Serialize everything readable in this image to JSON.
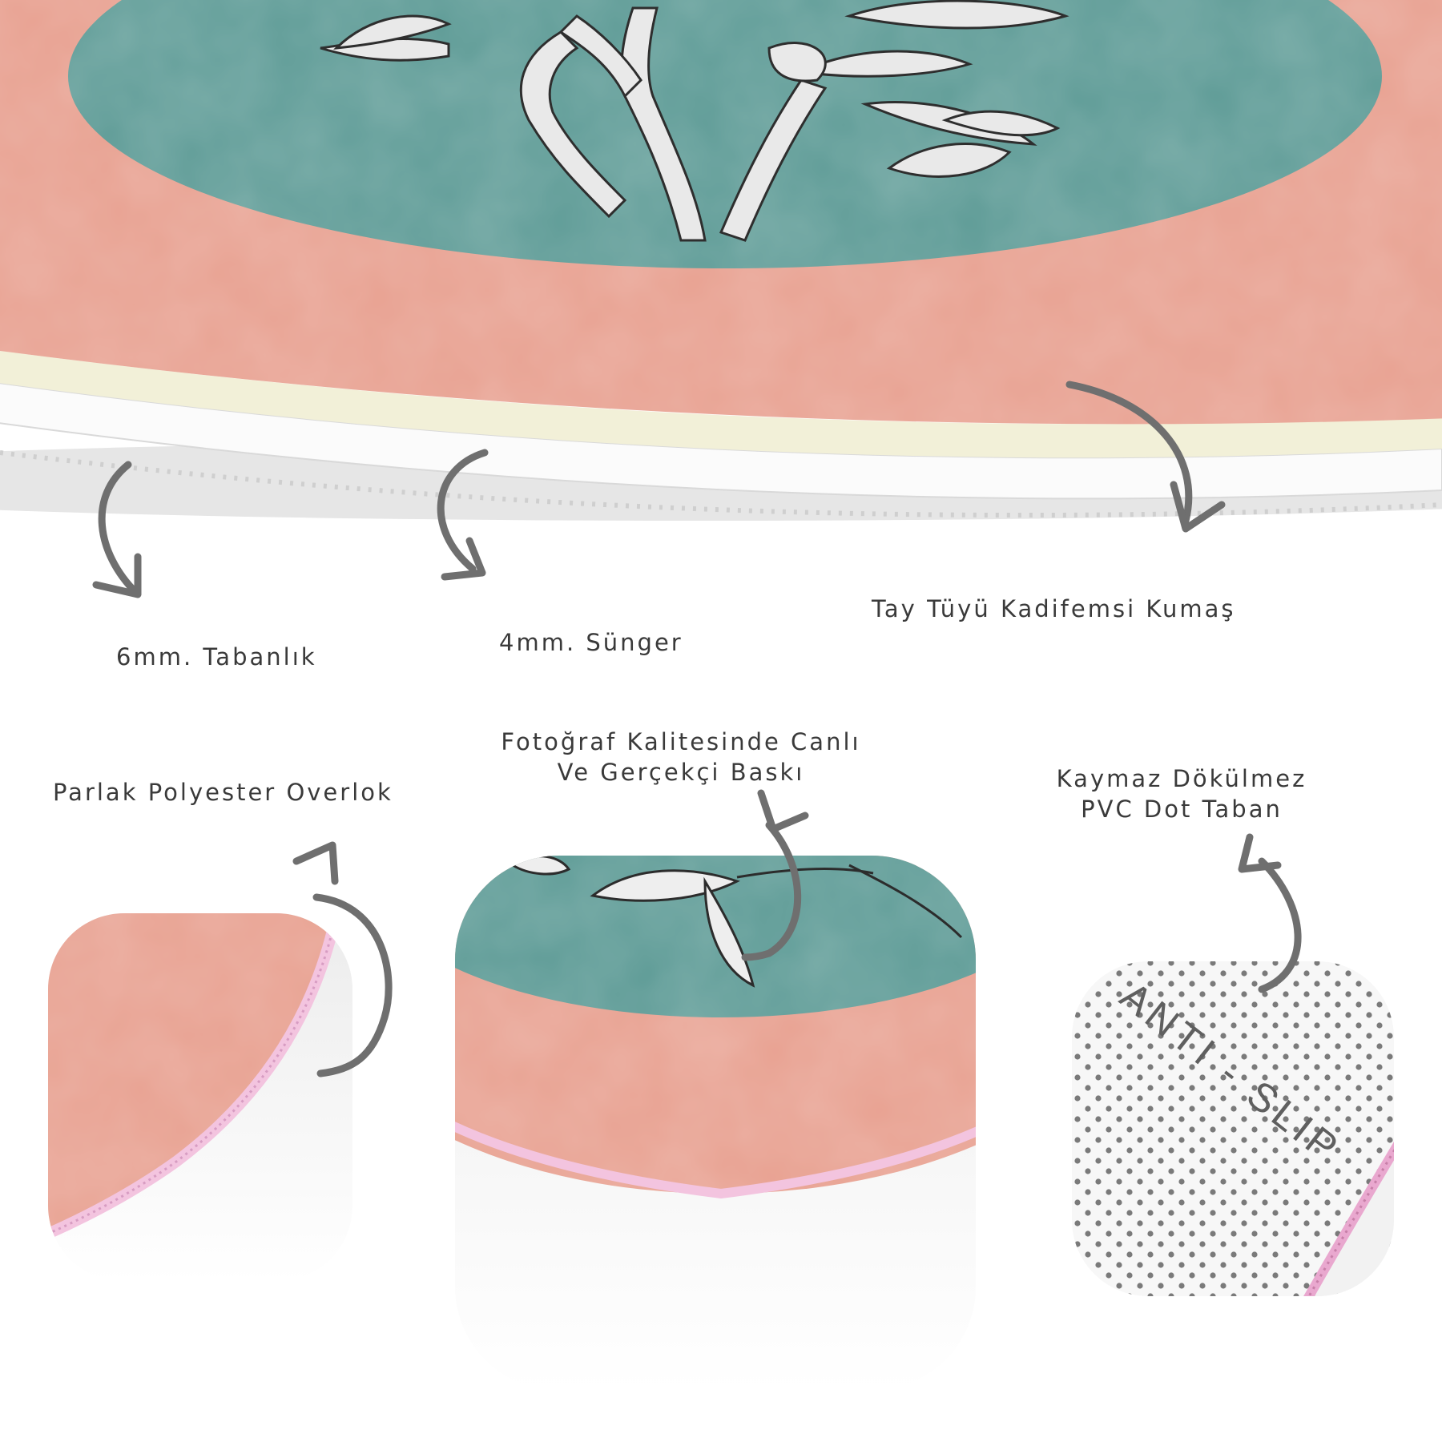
{
  "colors": {
    "teal": "#5f9c97",
    "salmon": "#e8a191",
    "cream": "#f2f0d8",
    "foam": "#fbfbfb",
    "trim_pink": "#f3c4df",
    "arrow": "#6f6f6f",
    "dots": "#7a7a7a"
  },
  "labels": {
    "base": "6mm. Tabanlık",
    "sponge": "4mm. Sünger",
    "fabric": "Tay Tüyü Kadifemsi Kumaş",
    "overlock": "Parlak Polyester Overlok",
    "print_line1": "Fotoğraf Kalitesinde Canlı",
    "print_line2": "Ve Gerçekçi Baskı",
    "antislip_line1": "Kaymaz Dökülmez",
    "antislip_line2": "PVC Dot Taban"
  },
  "antislip_text": "ANTI - SLIP",
  "icons": [
    "curved-arrow-icon",
    "leaf-illustration",
    "flower-illustration"
  ]
}
